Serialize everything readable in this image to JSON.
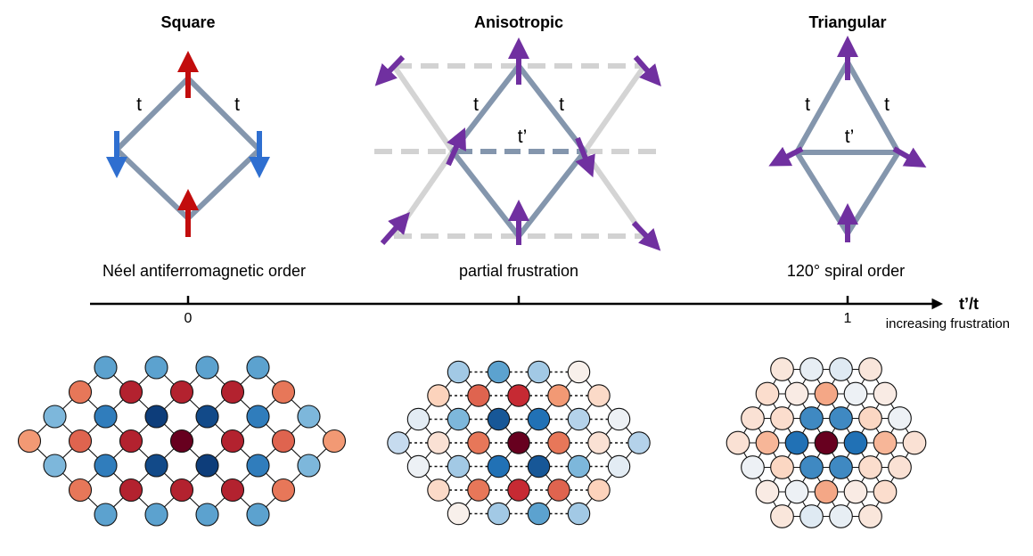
{
  "panels": [
    {
      "title": "Square",
      "caption": "Néel antiferromagnetic order",
      "hop_labels": [
        "t",
        "t"
      ]
    },
    {
      "title": "Anisotropic",
      "caption": "partial frustration",
      "hop_labels": [
        "t",
        "t",
        "t’"
      ]
    },
    {
      "title": "Triangular",
      "caption": "120° spiral order",
      "hop_labels": [
        "t",
        "t",
        "t’"
      ]
    }
  ],
  "axis": {
    "label": "t’/t",
    "sublabel": "increasing frustration",
    "ticks": [
      "0",
      "1"
    ]
  },
  "colors": {
    "bond": "#8496ad",
    "bond_light": "#d4d4d4",
    "bond_faint_dash": "#d2d2d2",
    "spin_up": "#c20d0d",
    "spin_down": "#2f6fd0",
    "spin_frustrated": "#7030a0",
    "correlation_scale": [
      "#08306b",
      "#2171b5",
      "#6baed6",
      "#c6dbef",
      "#f7f7f7",
      "#fcd3bc",
      "#ef8a62",
      "#c62a33",
      "#67001f"
    ]
  },
  "correlation_maps": [
    {
      "lattice": "square",
      "rows": [
        [
          -0.55,
          -0.55,
          -0.55,
          -0.55
        ],
        [
          0.55,
          0.8,
          0.8,
          0.8,
          0.55
        ],
        [
          -0.45,
          -0.7,
          -0.95,
          -0.9,
          -0.7,
          -0.45
        ],
        [
          0.45,
          0.6,
          0.8,
          1.0,
          0.8,
          0.6,
          0.45
        ],
        [
          -0.45,
          -0.7,
          -0.9,
          -0.95,
          -0.7,
          -0.45
        ],
        [
          0.55,
          0.8,
          0.8,
          0.8,
          0.55
        ],
        [
          -0.55,
          -0.55,
          -0.55,
          -0.55
        ]
      ]
    },
    {
      "lattice": "anisotropic",
      "rows": [
        [
          -0.35,
          -0.55,
          -0.35,
          0.05
        ],
        [
          0.25,
          0.6,
          0.75,
          0.45,
          0.2
        ],
        [
          -0.1,
          -0.45,
          -0.85,
          -0.75,
          -0.3,
          -0.05
        ],
        [
          -0.25,
          0.15,
          0.55,
          1.0,
          0.55,
          0.15,
          -0.3
        ],
        [
          -0.05,
          -0.35,
          -0.75,
          -0.85,
          -0.45,
          -0.1
        ],
        [
          0.2,
          0.55,
          0.75,
          0.6,
          0.25
        ],
        [
          0.05,
          -0.35,
          -0.55,
          -0.35
        ]
      ]
    },
    {
      "lattice": "triangular",
      "rows": [
        [
          0.12,
          -0.08,
          -0.12,
          0.12
        ],
        [
          0.18,
          0.08,
          0.4,
          -0.05,
          0.08
        ],
        [
          0.15,
          0.18,
          -0.65,
          -0.65,
          0.22,
          -0.05
        ],
        [
          0.15,
          0.35,
          -0.75,
          1.0,
          -0.75,
          0.35,
          0.15
        ],
        [
          -0.05,
          0.22,
          -0.65,
          -0.65,
          0.18,
          0.15
        ],
        [
          0.08,
          -0.05,
          0.4,
          0.08,
          0.18
        ],
        [
          0.12,
          -0.12,
          -0.08,
          0.12
        ]
      ]
    }
  ]
}
